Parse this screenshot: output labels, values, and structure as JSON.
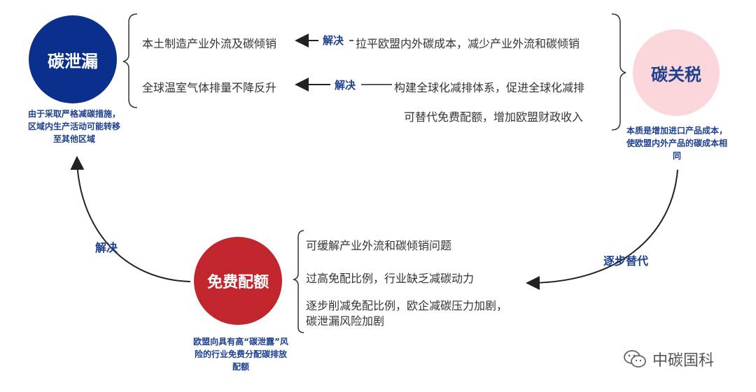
{
  "nodes": {
    "leakage": {
      "label": "碳泄漏",
      "note": "由于采取严格减碳措施，区域内生产活动可能转移至其他区域",
      "fill": "#0a2f8c",
      "text_color": "#ffffff"
    },
    "cbam": {
      "label": "碳关税",
      "note": "本质是增加进口产品成本，使欧盟内外产品的碳成本相同",
      "fill": "#fbd7dc",
      "text_color": "#1d3f8f"
    },
    "free": {
      "label": "免费配额",
      "note": "欧盟向具有高“碳泄露”风险的行业免费分配碳排放配额",
      "fill": "#c0262c",
      "text_color": "#ffffff"
    }
  },
  "leakage_problems": [
    "本土制造产业外流及碳倾销",
    "全球温室气体排量不降反升"
  ],
  "cbam_effects": [
    "拉平欧盟内外碳成本，减少产业外流和碳倾销",
    "构建全球化减排体系，促进全球化减排",
    "可替代免费配额，增加欧盟财政收入"
  ],
  "free_effects": [
    "可缓解产业外流和碳倾销问题",
    "过高免配比例，行业缺乏减碳动力",
    "逐步削减免配比例，欧企减碳压力加剧，",
    "碳泄漏风险加剧"
  ],
  "edge_labels": {
    "solve_1": "解决",
    "solve_2": "解决",
    "solve_3": "解决",
    "replace": "逐步替代"
  },
  "watermark": "中碳国科"
}
